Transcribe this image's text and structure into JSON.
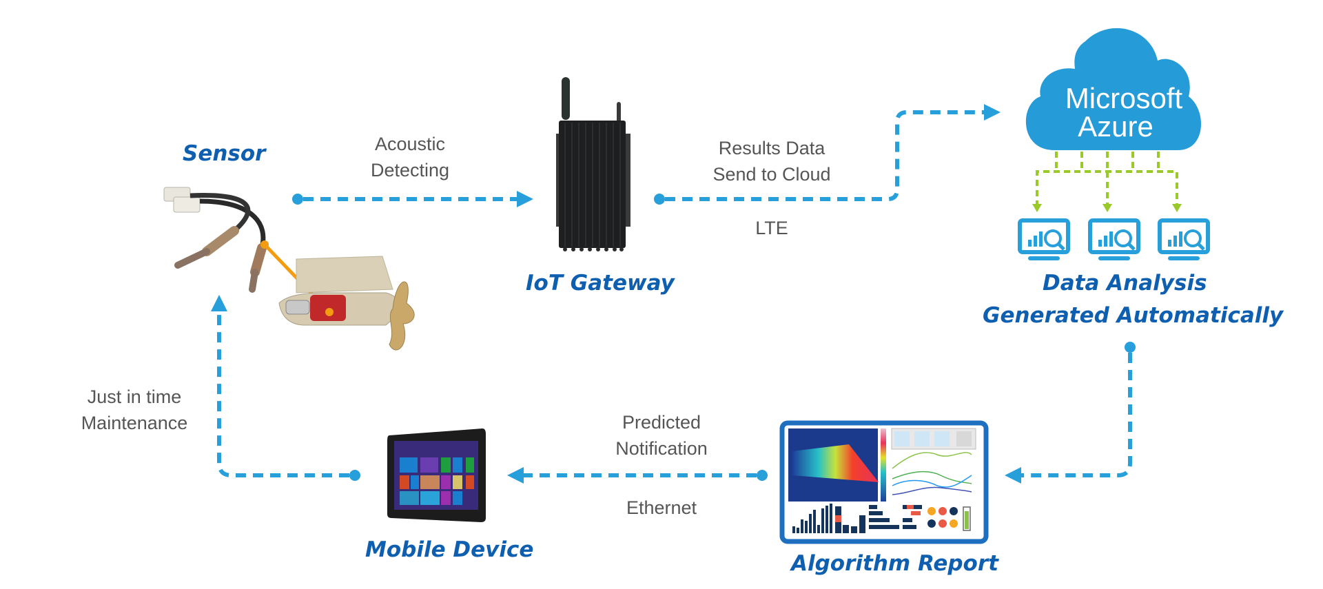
{
  "nodes": {
    "sensor": {
      "title": "Sensor"
    },
    "gateway": {
      "title": "IoT Gateway"
    },
    "cloud": {
      "line1": "Microsoft",
      "line2": "Azure"
    },
    "analysis": {
      "title_line1": "Data Analysis",
      "title_line2": "Generated Automatically"
    },
    "report": {
      "title": "Algorithm Report"
    },
    "mobile": {
      "title": "Mobile Device"
    }
  },
  "edges": {
    "sensor_to_gateway": {
      "line1": "Acoustic",
      "line2": "Detecting"
    },
    "gateway_to_cloud": {
      "line1": "Results Data",
      "line2": "Send to Cloud",
      "protocol": "LTE"
    },
    "report_to_mobile": {
      "line1": "Predicted",
      "line2": "Notification",
      "protocol": "Ethernet"
    },
    "mobile_to_sensor": {
      "line1": "Just in time",
      "line2": "Maintenance"
    }
  },
  "colors": {
    "flow_blue": "#279fdb",
    "title_blue": "#0f5fb0",
    "cloud_blue": "#259cd8",
    "branch_green": "#9ac92a",
    "sensor_link_orange": "#f39c12",
    "label_gray": "#555555"
  }
}
